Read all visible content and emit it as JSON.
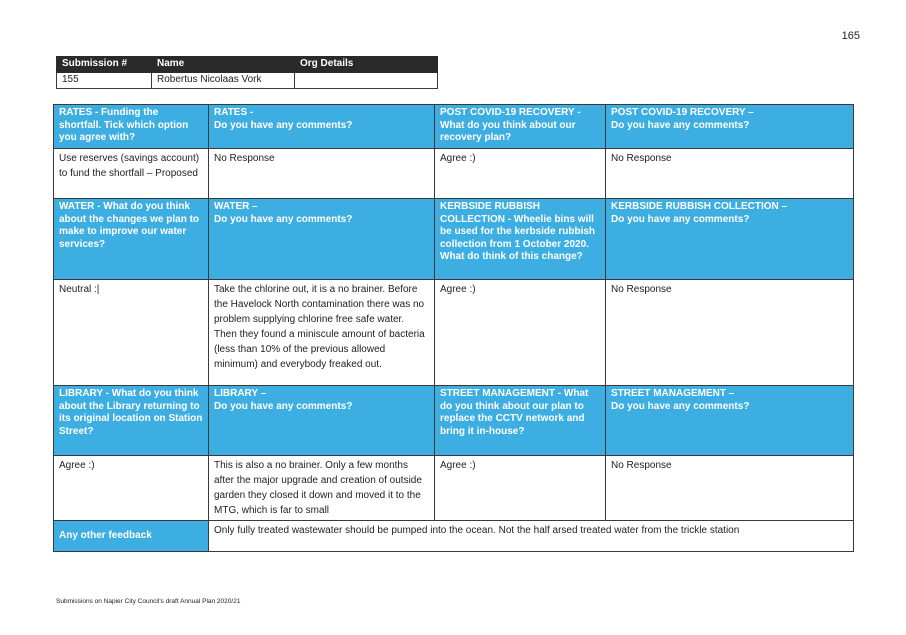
{
  "page_number": "165",
  "submission": {
    "headers": [
      "Submission #",
      "Name",
      "Org Details"
    ],
    "values": [
      "155",
      "Robertus Nicolaas Vork",
      ""
    ]
  },
  "rows": [
    {
      "headers": [
        {
          "lead": "RATES",
          "rest": " - Funding the shortfall. Tick which option you agree with?"
        },
        {
          "lead": "RATES -",
          "rest": "Do you have any comments?"
        },
        {
          "lead": "POST COVID-19 RECOVERY -",
          "rest": "What do you think about our recovery plan?"
        },
        {
          "lead": "POST COVID-19 RECOVERY –",
          "rest": "Do you have any comments?"
        }
      ],
      "answers": [
        "Use reserves (savings account) to fund the shortfall – Proposed",
        "No Response",
        "Agree :)",
        "No Response"
      ]
    },
    {
      "headers": [
        {
          "lead": "WATER",
          "rest": " - What do you think about the changes we plan to make to improve our water services?"
        },
        {
          "lead": "WATER –",
          "rest": "Do you have any comments?"
        },
        {
          "lead": "KERBSIDE RUBBISH COLLECTION",
          "rest": " - Wheelie bins will be used for the kerbside rubbish collection from 1 October 2020. What do think of this change?"
        },
        {
          "lead": "KERBSIDE RUBBISH COLLECTION –",
          "rest": "Do you have any comments?"
        }
      ],
      "answers": [
        "Neutral :|",
        "Take the chlorine out, it is a no brainer. Before the Havelock North contamination there was no problem supplying chlorine free safe water. Then they found a miniscule amount of bacteria (less than 10% of the previous allowed minimum) and everybody freaked out.",
        "Agree :)",
        "No Response"
      ]
    },
    {
      "headers": [
        {
          "lead": "LIBRARY",
          "rest": " - What do you think about the Library returning to its original location on Station Street?"
        },
        {
          "lead": "LIBRARY –",
          "rest": "Do you have any comments?"
        },
        {
          "lead": "STREET MANAGEMENT",
          "rest": " - What do you think about our plan to replace the CCTV network and bring it in-house?"
        },
        {
          "lead": "STREET MANAGEMENT –",
          "rest": "Do you have any comments?"
        }
      ],
      "answers": [
        "Agree :)",
        "This is also a no brainer. Only a few months after the major upgrade and creation of outside garden they closed it down and moved it to the MTG, which is far to small",
        "Agree :)",
        "No Response"
      ]
    }
  ],
  "feedback": {
    "label": "Any other feedback",
    "text": "Only fully treated wastewater should be pumped into the ocean. Not the half arsed treated water from the trickle station"
  },
  "footer": "Submissions on Napier City Council's draft Annual Plan 2020/21",
  "colors": {
    "header_blue": "#3daee2",
    "sub_header_dark": "#2a2a2a"
  }
}
